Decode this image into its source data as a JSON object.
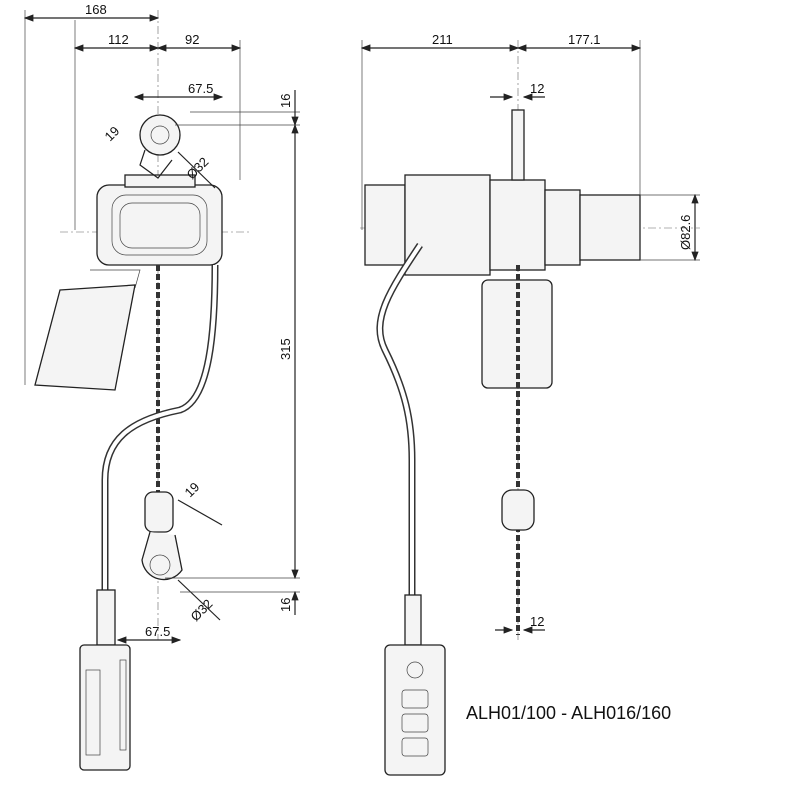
{
  "title": "ALH01/100 - ALH016/160",
  "front_view": {
    "width_total": "168",
    "width_left": "112",
    "width_right": "92",
    "hook_top_offset": "67.5",
    "hook_top_gap": "16",
    "hook_top_throat": "19",
    "hook_top_diameter": "Ø32",
    "height": "315",
    "hook_bottom_throat": "19",
    "hook_bottom_diameter": "Ø32",
    "hook_bottom_offset": "67.5",
    "hook_bottom_gap": "16"
  },
  "side_view": {
    "width_left": "211",
    "width_right": "177.1",
    "chain_offset_top": "12",
    "motor_diameter": "Ø82.6",
    "chain_offset_bottom": "12"
  }
}
